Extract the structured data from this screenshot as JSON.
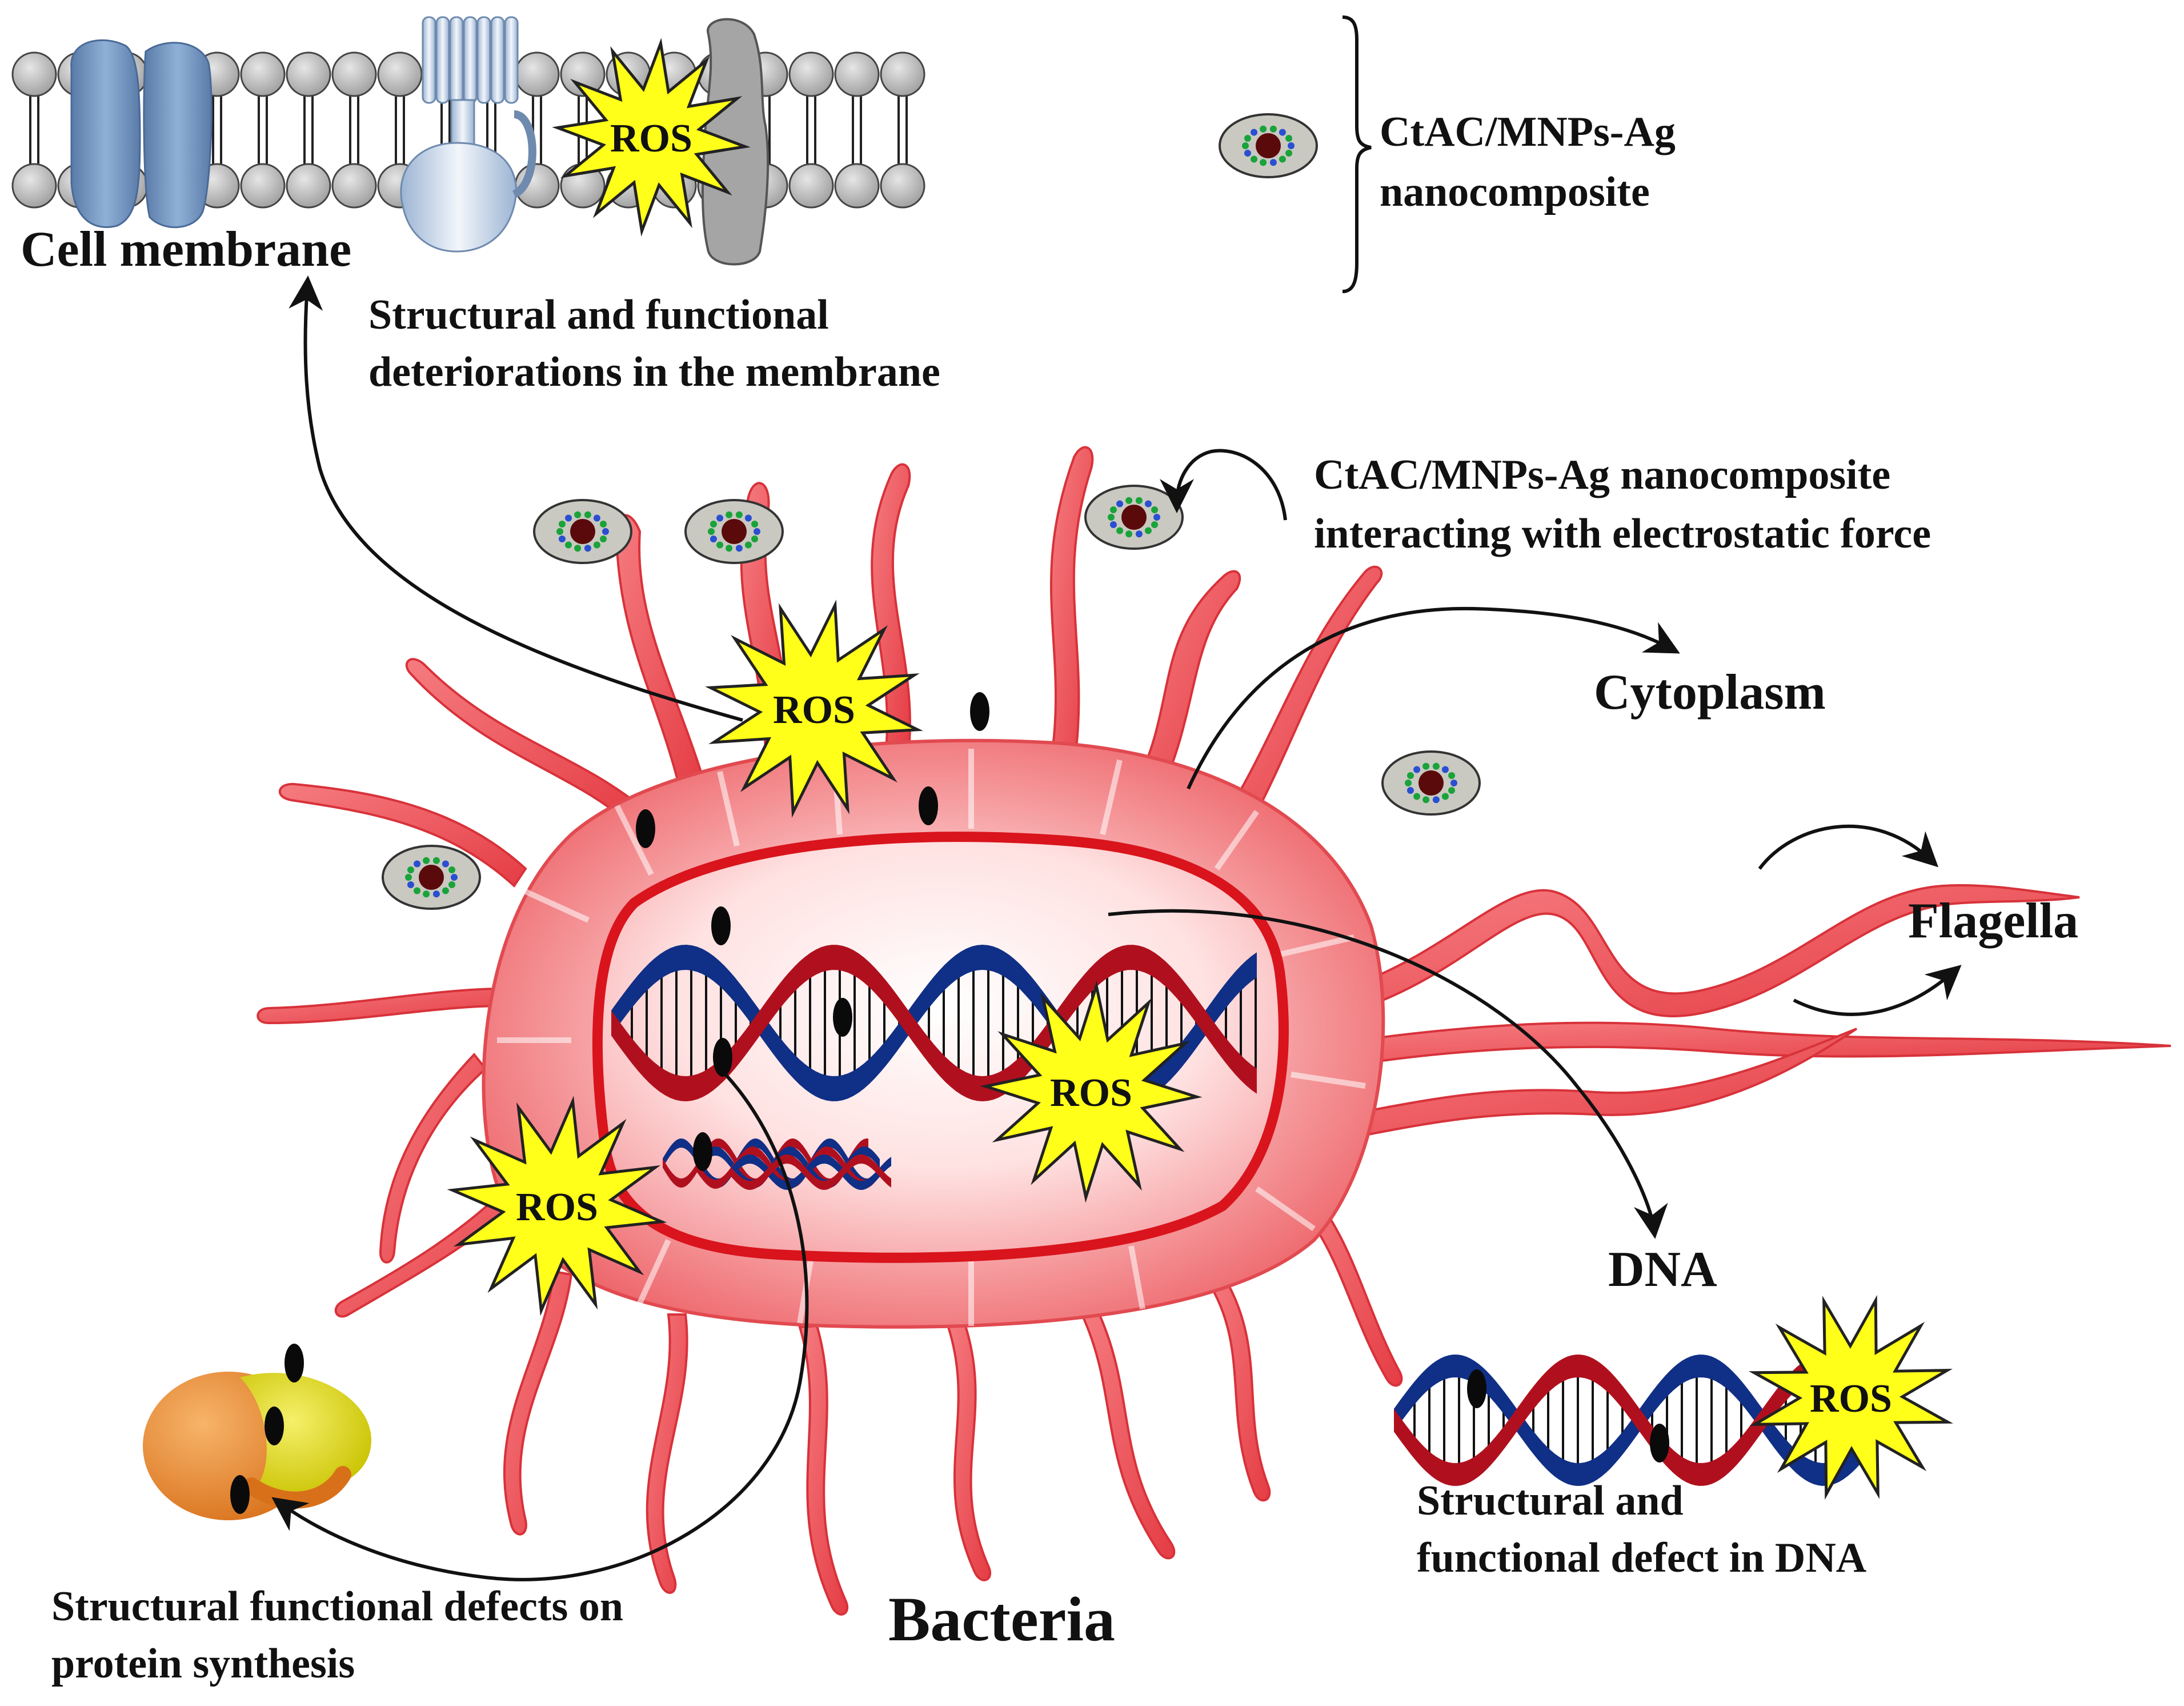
{
  "labels": {
    "cell_membrane": "Cell membrane",
    "membrane_damage_line1": "Structural and functional",
    "membrane_damage_line2": "deteriorations in the membrane",
    "legend_line1": "CtAC/MNPs-Ag",
    "legend_line2": "nanocomposite",
    "interaction_line1": "CtAC/MNPs-Ag nanocomposite",
    "interaction_line2": "interacting with electrostatic force",
    "cytoplasm": "Cytoplasm",
    "flagella": "Flagella",
    "dna": "DNA",
    "dna_defect_line1": "Structural and",
    "dna_defect_line2": "functional defect in DNA",
    "protein_line1": "Structural functional defects on",
    "protein_line2": "protein synthesis",
    "bacteria": "Bacteria",
    "ros": "ROS"
  },
  "colors": {
    "bacterium_outer": "#ef6a6e",
    "bacterium_inner": "#ffe4e4",
    "cell_wall_line": "#d9141c",
    "ros_star": "#ffff1a",
    "dna_red": "#b0101e",
    "dna_blue": "#102f86",
    "membrane_head": "#bdbdbd",
    "channel_blue": "#6d8fb9",
    "particle_gray": "#c9c9c1",
    "particle_core": "#5a0a0a",
    "ribosome_orange": "#e8852a",
    "ribosome_yellow": "#d9d300"
  }
}
